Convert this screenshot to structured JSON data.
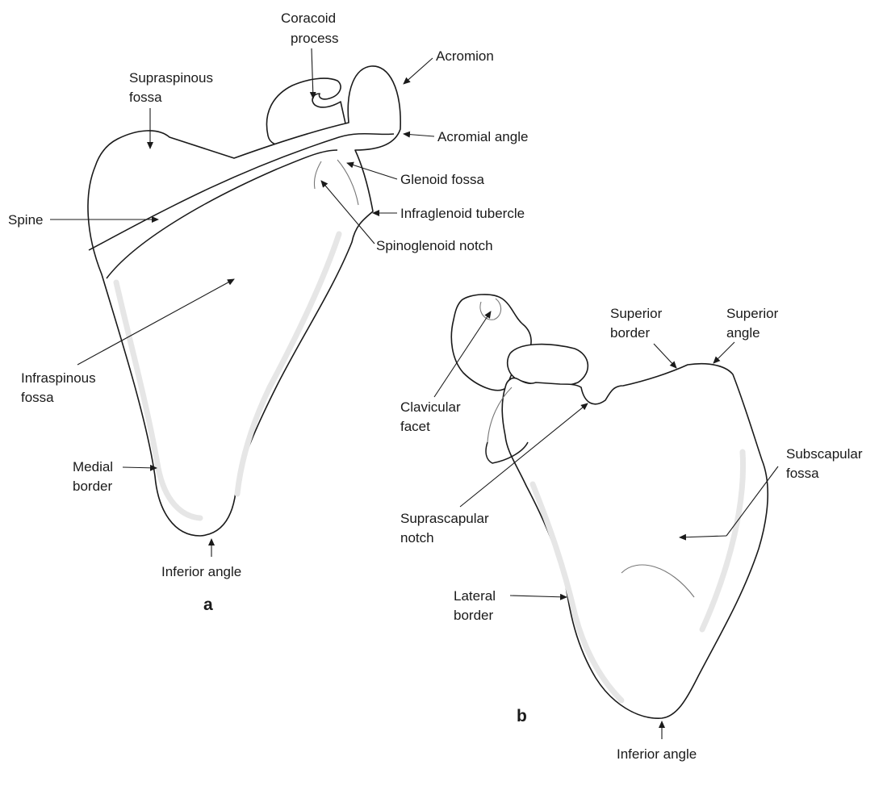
{
  "panels": {
    "a": "a",
    "b": "b"
  },
  "labels_a": {
    "coracoid_line1": "Coracoid",
    "coracoid_line2": "process",
    "acromion": "Acromion",
    "supraspinous_line1": "Supraspinous",
    "supraspinous_line2": "fossa",
    "acromial_angle": "Acromial angle",
    "glenoid_fossa": "Glenoid fossa",
    "spine": "Spine",
    "infraglenoid_tubercle": "Infraglenoid tubercle",
    "spinoglenoid_notch": "Spinoglenoid notch",
    "infraspinous_line1": "Infraspinous",
    "infraspinous_line2": "fossa",
    "medial_line1": "Medial",
    "medial_line2": "border",
    "inferior_angle": "Inferior angle"
  },
  "labels_b": {
    "superior_border_line1": "Superior",
    "superior_border_line2": "border",
    "superior_angle_line1": "Superior",
    "superior_angle_line2": "angle",
    "clavicular_line1": "Clavicular",
    "clavicular_line2": "facet",
    "subscapular_line1": "Subscapular",
    "subscapular_line2": "fossa",
    "suprascapular_line1": "Suprascapular",
    "suprascapular_line2": "notch",
    "lateral_line1": "Lateral",
    "lateral_line2": "border",
    "inferior_angle": "Inferior angle"
  },
  "colors": {
    "ink": "#1a1a1a",
    "shading": "#e6e6e6",
    "background": "#ffffff"
  }
}
